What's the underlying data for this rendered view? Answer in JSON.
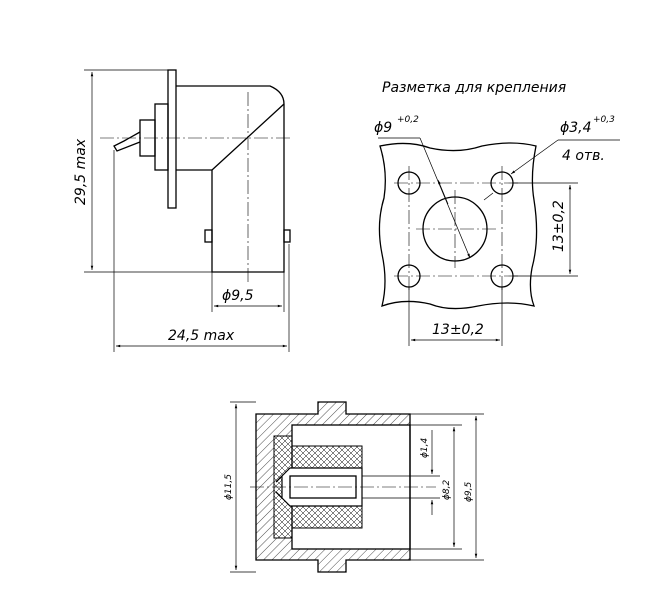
{
  "side_view": {
    "dim_height": "29,5 max",
    "dim_width": "24,5 max",
    "dim_bore": "ϕ9,5"
  },
  "marking": {
    "title": "Разметка для крепления",
    "hole_center": "ϕ9",
    "hole_center_tol": "+0,2",
    "holes": "ϕ3,4",
    "holes_tol": "+0,3",
    "holes_count": "4 отв.",
    "spacing_vertical": "13±0,2",
    "spacing_horizontal": "13±0,2"
  },
  "section": {
    "dia_outer": "ϕ11,5",
    "dia_inner_1": "ϕ1,4",
    "dia_inner_2": "ϕ8,2",
    "dia_inner_3": "ϕ9,5"
  }
}
